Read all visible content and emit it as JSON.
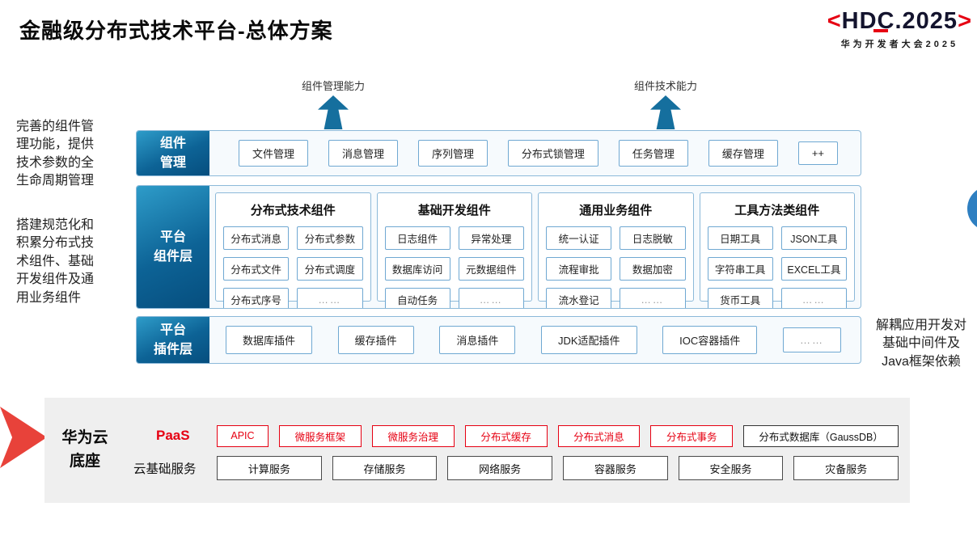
{
  "title": "金融级分布式技术平台-总体方案",
  "logo": {
    "bracket_left": "<",
    "title": "HDC.2025",
    "bracket_right": ">",
    "subtitle": "华为开发者大会2025"
  },
  "arrows": [
    {
      "label": "组件管理能力"
    },
    {
      "label": "组件技术能力"
    }
  ],
  "annotations": {
    "left_top": "完善的组件管\n理功能，提供\n技术参数的全\n生命周期管理",
    "left_middle": "搭建规范化和\n积累分布式技\n术组件、基础\n开发组件及通\n用业务组件",
    "right": "解耦应用开发对\n基础中间件及\nJava框架依赖"
  },
  "component_management": {
    "label": "组件\n管理",
    "items": [
      "文件管理",
      "消息管理",
      "序列管理",
      "分布式锁管理",
      "任务管理",
      "缓存管理",
      "++"
    ]
  },
  "platform_components": {
    "label": "平台\n组件层",
    "groups": [
      {
        "title": "分布式技术组件",
        "items": [
          "分布式消息",
          "分布式参数",
          "分布式文件",
          "分布式调度",
          "分布式序号",
          "……"
        ]
      },
      {
        "title": "基础开发组件",
        "items": [
          "日志组件",
          "异常处理",
          "数据库访问",
          "元数据组件",
          "自动任务",
          "……"
        ]
      },
      {
        "title": "通用业务组件",
        "items": [
          "统一认证",
          "日志脱敏",
          "流程审批",
          "数据加密",
          "流水登记",
          "……"
        ]
      },
      {
        "title": "工具方法类组件",
        "items": [
          "日期工具",
          "JSON工具",
          "字符串工具",
          "EXCEL工具",
          "货币工具",
          "……"
        ]
      }
    ]
  },
  "platform_plugins": {
    "label": "平台\n插件层",
    "items": [
      "数据库插件",
      "缓存插件",
      "消息插件",
      "JDK适配插件",
      "IOC容器插件",
      "……"
    ]
  },
  "cloud_base": {
    "label": "华为云\n底座",
    "paas_label": "PaaS",
    "paas_items": [
      "APIC",
      "微服务框架",
      "微服务治理",
      "分布式缓存",
      "分布式消息",
      "分布式事务"
    ],
    "paas_db": "分布式数据库（GaussDB）",
    "iaas_label": "云基础服务",
    "iaas_items": [
      "计算服务",
      "存储服务",
      "网络服务",
      "容器服务",
      "安全服务",
      "灾备服务"
    ]
  },
  "colors": {
    "brand_red": "#e60012",
    "label_blue_dark": "#064e7e",
    "label_blue_light": "#2e9cc9",
    "box_border_blue": "#6fa8d2",
    "arrow_blue": "#156f9e"
  }
}
